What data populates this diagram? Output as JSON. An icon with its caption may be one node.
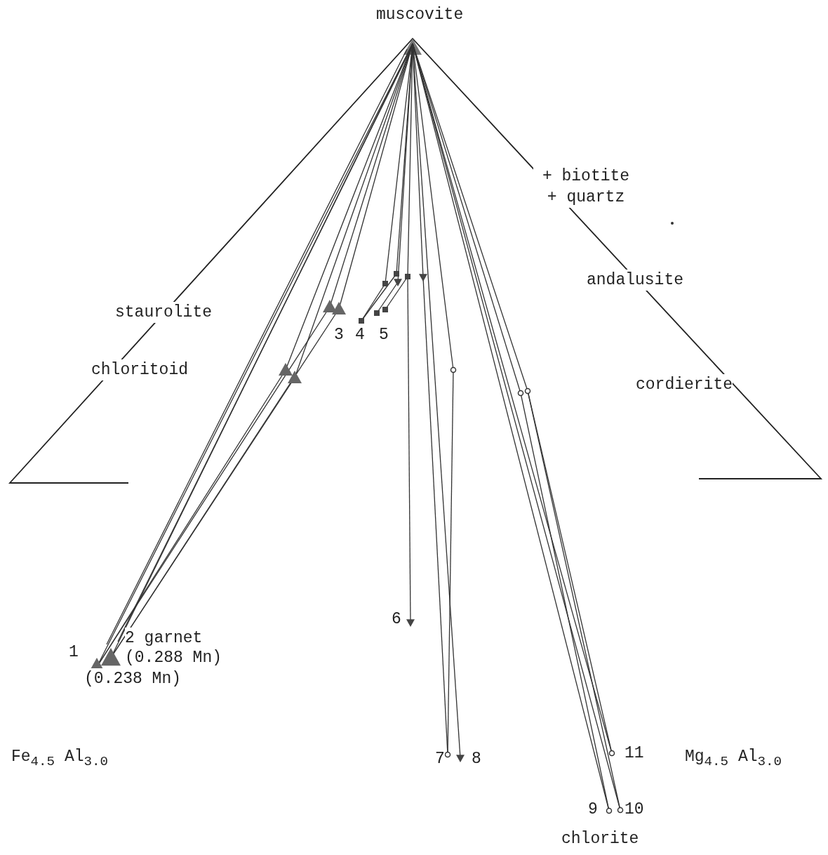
{
  "diagram": {
    "labels": [
      "muscovite",
      "+ biotite + quartz",
      "andalusite",
      "staurolite",
      "3",
      "4",
      "5",
      "chloritoid",
      "cordierite",
      "1",
      "2 garnet",
      "(0.288 Mn)",
      "(0.238 Mn)",
      "6",
      "Fe$_{4.5}$ Al$_{3.0}$",
      "7",
      "8",
      "11",
      "Mg$_{4.5}$ Al$_{3.0}$",
      "9",
      "10",
      "chlorite"
    ]
  }
}
